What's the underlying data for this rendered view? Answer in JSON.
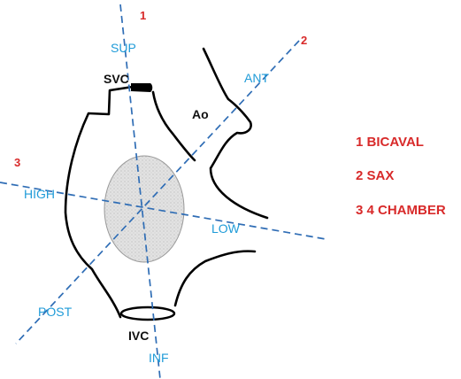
{
  "planes": [
    {
      "number": "1"
    },
    {
      "number": "2"
    },
    {
      "number": "3"
    }
  ],
  "directions": {
    "sup": "SUP",
    "ant": "ANT",
    "high": "HIGH",
    "low": "LOW",
    "post": "POST",
    "inf": "INF"
  },
  "structures": {
    "svc": "SVC",
    "ao": "Ao",
    "ivc": "IVC"
  },
  "legend": [
    {
      "label": "1 BICAVAL"
    },
    {
      "label": "2 SAX"
    },
    {
      "label": "3 4 CHAMBER"
    }
  ],
  "colors": {
    "axis": "#2f6db5",
    "direction_text": "#1f9bd8",
    "legend_text": "#d82a2a",
    "outline": "#000000",
    "fossa_fill": "#dcdcdc"
  }
}
